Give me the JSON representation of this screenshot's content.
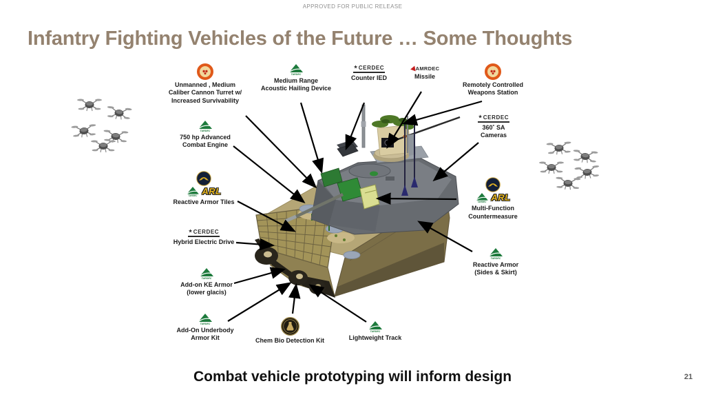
{
  "slide": {
    "classification_banner": "APPROVED FOR PUBLIC RELEASE",
    "title": "Infantry Fighting Vehicles of the Future … Some Thoughts",
    "tagline": "Combat vehicle prototyping will inform design",
    "page_number": "21"
  },
  "logos": {
    "tardec": "TARDEC",
    "cerdec_star": "★",
    "cerdec": "CERDEC",
    "amrdec": "AMRDEC",
    "arl": "ARL"
  },
  "callouts": {
    "unmanned_turret": {
      "label": "Unmanned , Medium\nCaliber Cannon Turret  w/\nIncreased Survivability"
    },
    "acoustic_hailing": {
      "label": "Medium Range\nAcoustic Hailing Device"
    },
    "counter_ied": {
      "label": "Counter IED"
    },
    "missile": {
      "label": "Missile"
    },
    "rcws": {
      "label": "Remotely Controlled\nWeapons Station"
    },
    "sa_cameras": {
      "label": "360˚ SA\nCameras"
    },
    "engine": {
      "label": "750 hp Advanced\nCombat Engine"
    },
    "reactive_tiles": {
      "label": "Reactive Armor Tiles"
    },
    "countermeasure": {
      "label": "Multi-Function\nCountermeasure"
    },
    "hybrid_drive": {
      "label": "Hybrid Electric Drive"
    },
    "ke_armor": {
      "label": "Add-on KE Armor\n(lower glacis)"
    },
    "reactive_sides": {
      "label": "Reactive Armor\n(Sides & Skirt)"
    },
    "underbody": {
      "label": "Add-On Underbody\nArmor Kit"
    },
    "chem_bio": {
      "label": "Chem Bio Detection Kit"
    },
    "track": {
      "label": "Lightweight Track"
    }
  },
  "colors": {
    "title_taupe": "#94826f",
    "hull_tan": "#b5a676",
    "hull_flank": "#7b6e47",
    "turret_gray": "#676b70",
    "tardec_green": "#1d7a3c",
    "arl_gold": "#e7b61e",
    "ardec_orange": "#e0591a",
    "amrdec_red": "#c41e1e",
    "arrow_black": "#000000"
  }
}
